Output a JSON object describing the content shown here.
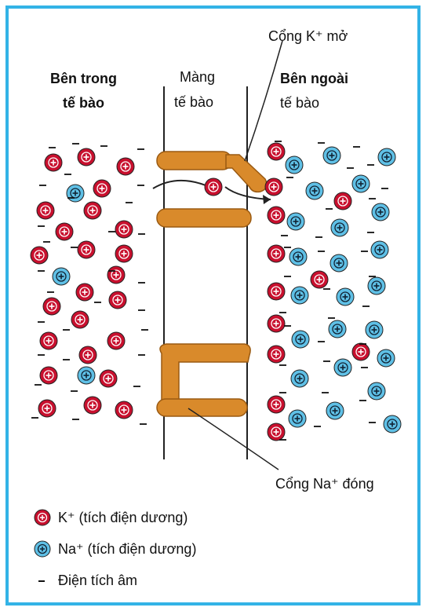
{
  "labels": {
    "inside_line1": "Bên trong",
    "inside_line2": "tế bào",
    "membrane_line1": "Màng",
    "membrane_line2": "tế bào",
    "outside_line1": "Bên ngoài",
    "outside_line2": "tế bào",
    "k_gate": "Cổng K⁺ mở",
    "na_gate": "Cổng Na⁺ đóng"
  },
  "legend": [
    {
      "symbol": "k-ion",
      "text": "K⁺ (tích điện dương)"
    },
    {
      "symbol": "na-ion",
      "text": "Na⁺ (tích điện dương)"
    },
    {
      "symbol": "negative-charge",
      "text": "Điện tích âm"
    }
  ],
  "colors": {
    "frame": "#33b3e6",
    "k_ion": "#c8102e",
    "na_ion": "#5fc0e6",
    "gate": "#d98a2b",
    "gate_stroke": "#9a5a12"
  }
}
